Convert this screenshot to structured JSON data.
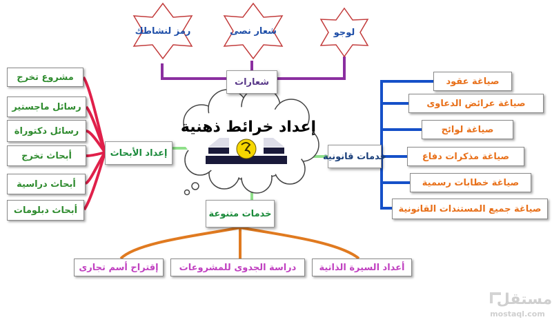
{
  "center": {
    "title": "إعداد خرائط ذهنية"
  },
  "branches": {
    "logos": {
      "label": "شعارات",
      "items": [
        "رمز لنشاطك",
        "شعار نصى",
        "لوجو"
      ]
    },
    "legal": {
      "label": "خدمات قانونية",
      "items": [
        "صياغة عقود",
        "صياغة عرائض  الدعاوى",
        "صياغة لوائح",
        "صياغة مذكرات دفاع",
        "صياغة خطابات رسمية",
        "صياغة جميع المستندات القانونية"
      ]
    },
    "research": {
      "label": "إعداد الأبحاث",
      "items": [
        "مشروع تخرج",
        "رسائل ماجستير",
        "رسائل دكتوراة",
        "أبحاث تخرج",
        "أبحاث دراسية",
        "أبحاث دبلومات"
      ]
    },
    "misc": {
      "label": "خدمات متنوعة",
      "items": [
        "إقتراح أسم تجارى",
        "دراسة الجدوى للمشروعات",
        "أعداد السيرة الذاتية"
      ]
    }
  },
  "watermark": {
    "arabic": "مستقل",
    "latin": "mostaql.com"
  },
  "colors": {
    "logos_lines": "#8b2fa0",
    "legal_lines": "#1550c8",
    "research_lines": "#e0204a",
    "misc_lines": "#e07a20",
    "center_links": "#8fe08a",
    "star_stroke": "#c23b3b"
  }
}
